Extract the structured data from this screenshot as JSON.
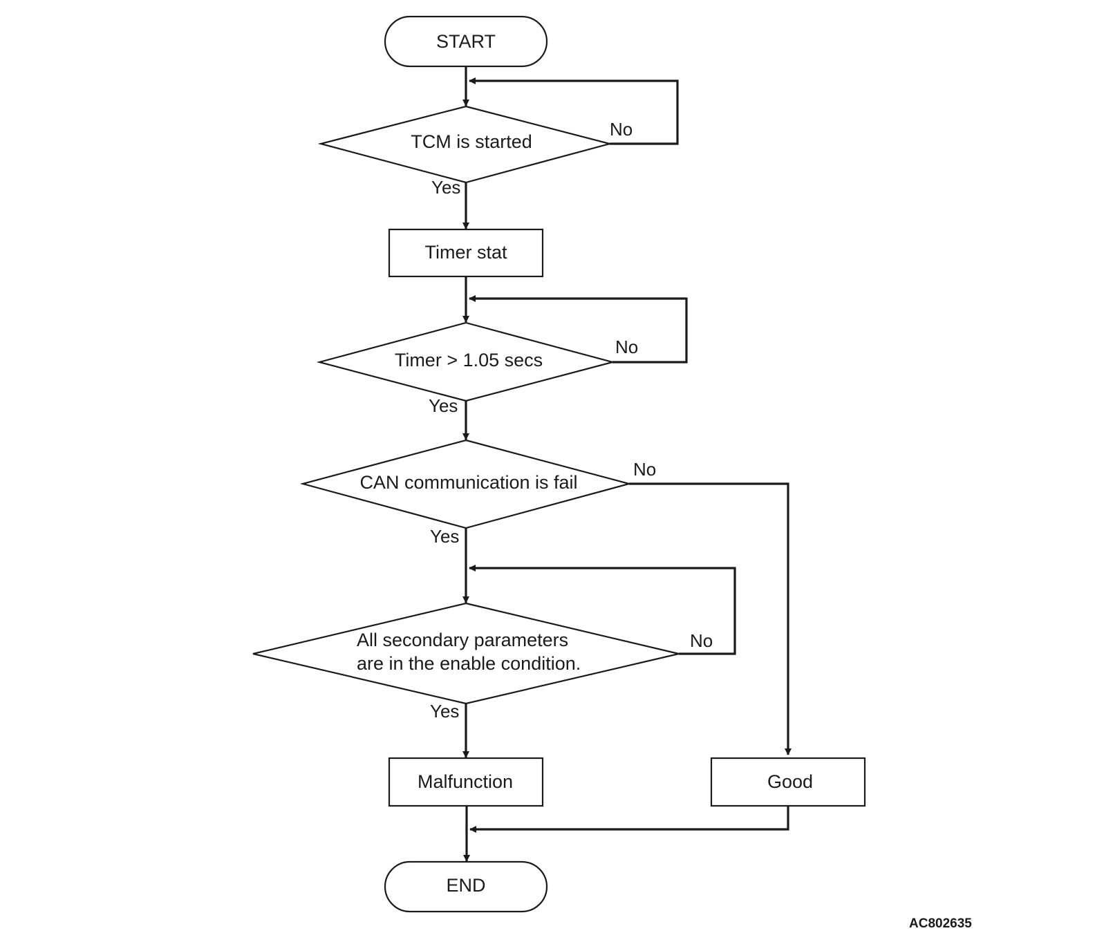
{
  "nodes": {
    "start": "START",
    "tcm_started": "TCM is started",
    "timer_stat": "Timer stat",
    "timer_check": "Timer > 1.05 secs",
    "can_fail": "CAN communication is fail",
    "secondary_line1": "All secondary parameters",
    "secondary_line2": "are in the enable condition.",
    "malfunction": "Malfunction",
    "good": "Good",
    "end": "END"
  },
  "labels": {
    "no": "No",
    "yes": "Yes"
  },
  "reference_code": "AC802635"
}
